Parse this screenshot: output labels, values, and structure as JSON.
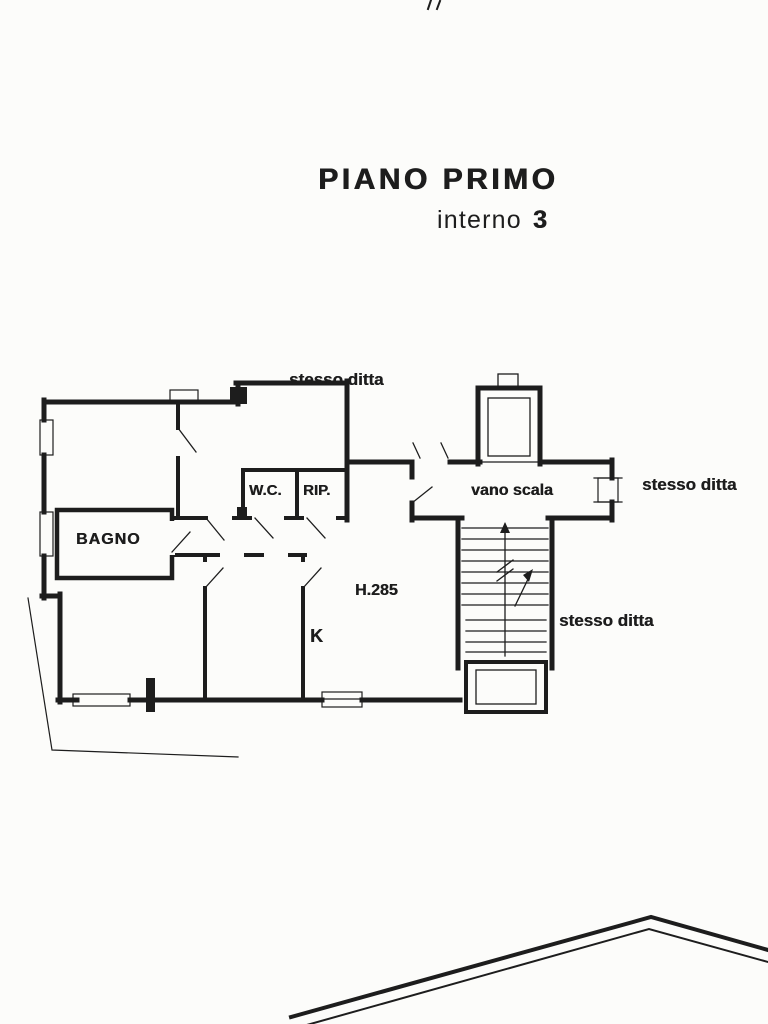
{
  "document": {
    "title": "PIANO PRIMO",
    "subtitle": {
      "prefix": "interno",
      "number": "3"
    }
  },
  "floor_plan": {
    "rooms": {
      "bagno": "BAGNO",
      "wc": "W.C.",
      "rip": "RIP.",
      "kitchen_mark": "K",
      "stairwell": "vano scala",
      "ceiling_height": "H.285"
    },
    "neighbors": {
      "top": "stesso ditta",
      "right": "stesso ditta",
      "bottom_right": "stesso ditta"
    },
    "ink_color": "#1d1d1d",
    "paper_color": "#fcfcfa"
  }
}
